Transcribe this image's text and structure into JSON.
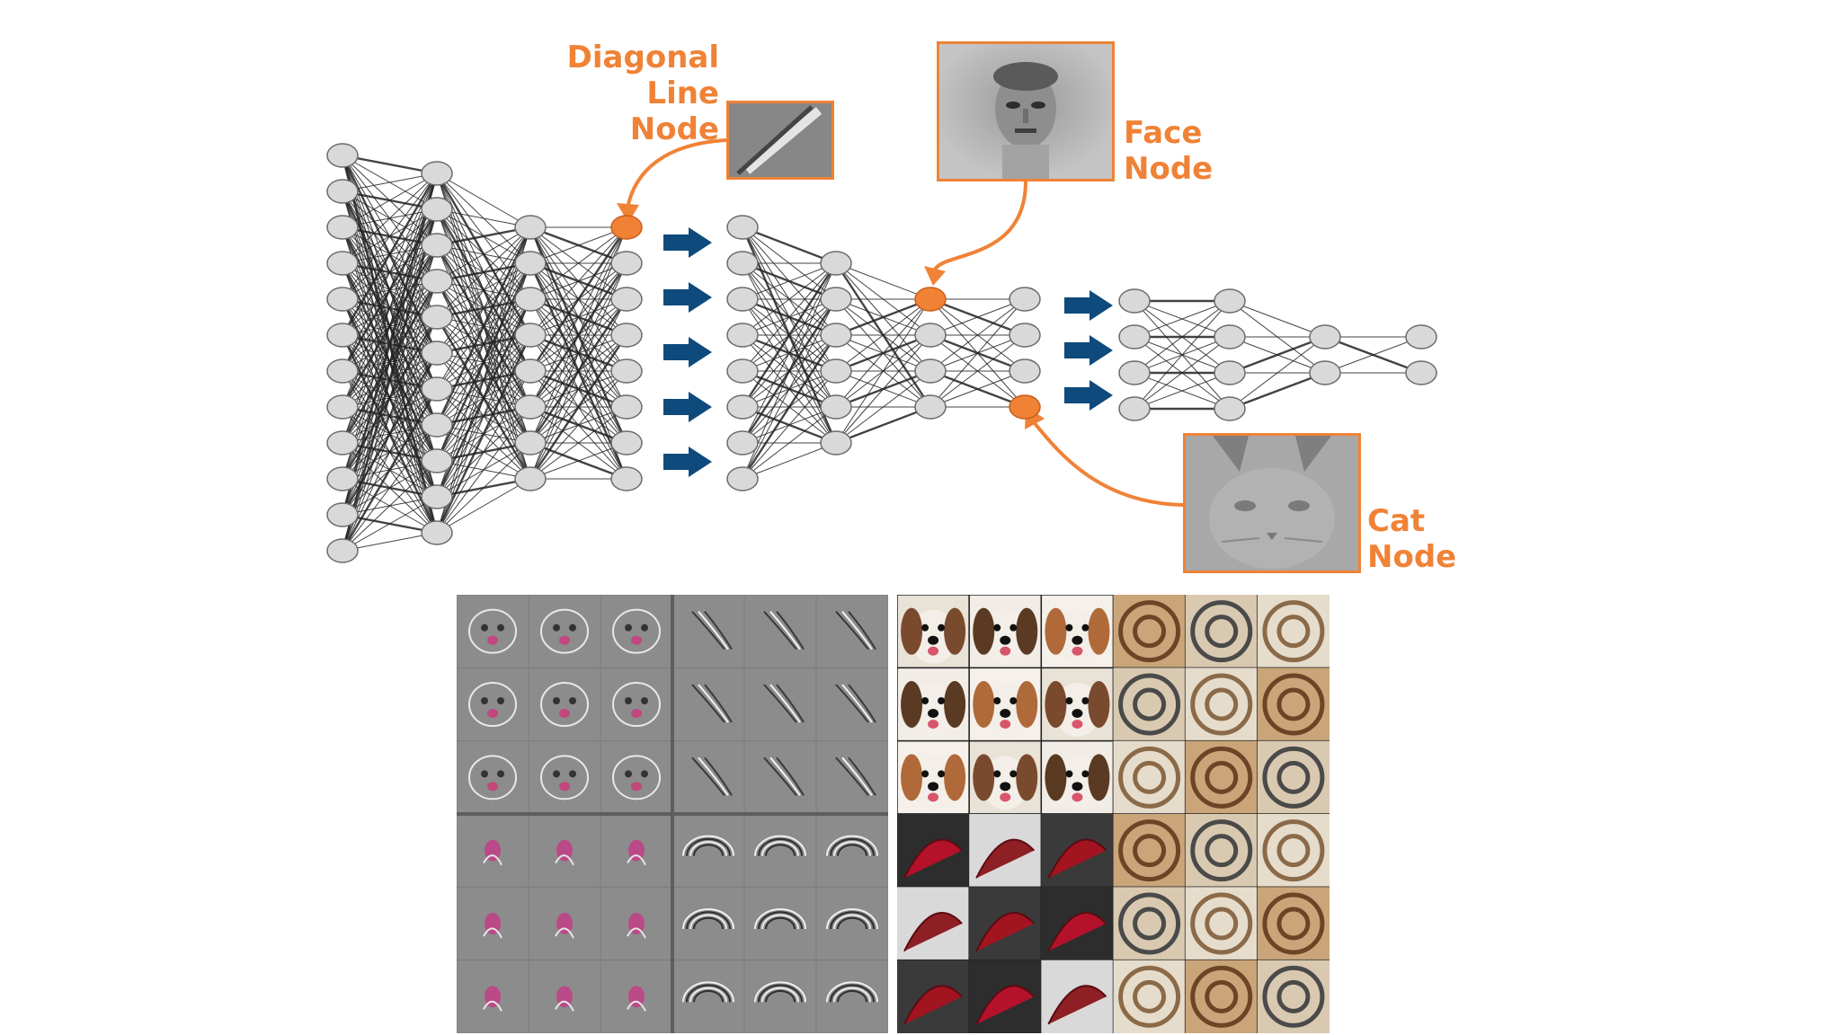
{
  "labels": {
    "diagonal_line_node": [
      "Diagonal",
      "Line",
      "Node"
    ],
    "face_node": [
      "Face",
      "Node"
    ],
    "cat_node": [
      "Cat",
      "Node"
    ]
  },
  "colors": {
    "accent_orange": "#f08236",
    "node_gray": "#d9d9d9",
    "node_stroke": "#6b6b6b",
    "edge": "#222222",
    "arrow_blue": "#0e4a7c"
  },
  "network": {
    "stage1_layer_sizes": [
      12,
      11,
      8,
      8
    ],
    "stage2_layer_sizes": [
      8,
      6,
      4,
      4
    ],
    "stage3_layer_sizes": [
      4,
      4,
      2,
      2
    ],
    "arrow_counts": [
      5,
      3
    ]
  },
  "feature_grid": {
    "rows": 6,
    "cols": 6,
    "icons": [
      "dog-face-pattern",
      "diagonal-stroke-pattern",
      "red-blob-pattern",
      "concentric-ring-pattern"
    ]
  },
  "photo_grid": {
    "rows": 6,
    "cols": 6,
    "icons": [
      "dog-photo",
      "red-object-photo",
      "spiral-photo"
    ]
  }
}
